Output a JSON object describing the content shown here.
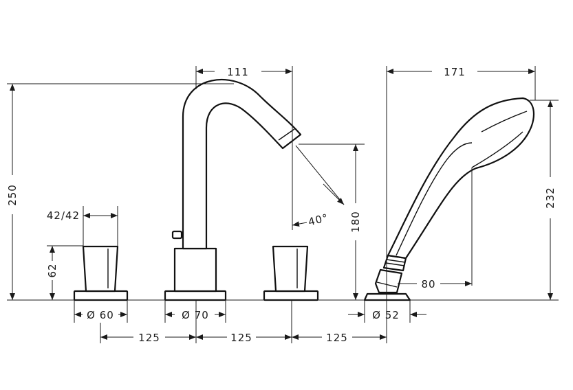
{
  "dimensions": {
    "spout_reach": "111",
    "handshower_length": "171",
    "total_height": "250",
    "handshower_height": "232",
    "spray_height": "180",
    "spray_angle": "40°",
    "handle_size": "42/42",
    "handle_height": "62",
    "handshower_offset": "80",
    "handle_base_diameter": "Ø 60",
    "spout_base_diameter": "Ø 70",
    "holder_base_diameter": "Ø 52",
    "spacing_1": "125",
    "spacing_2": "125",
    "spacing_3": "125"
  },
  "colors": {
    "line": "#1a1a1a",
    "background": "#ffffff"
  }
}
